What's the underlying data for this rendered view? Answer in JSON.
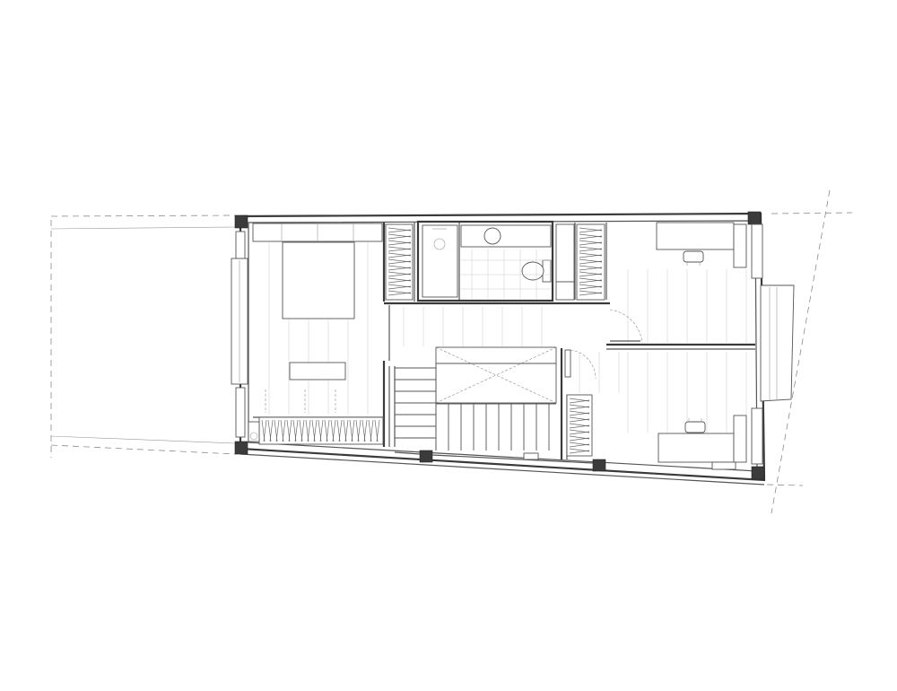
{
  "drawing": {
    "kind": "architectural-floor-plan",
    "line_color": "#3a3a3a",
    "background": "#ffffff",
    "rooms": [
      "bedroom-left",
      "bathroom",
      "landing",
      "stair",
      "bedroom-right-upper",
      "bedroom-right-lower"
    ]
  }
}
